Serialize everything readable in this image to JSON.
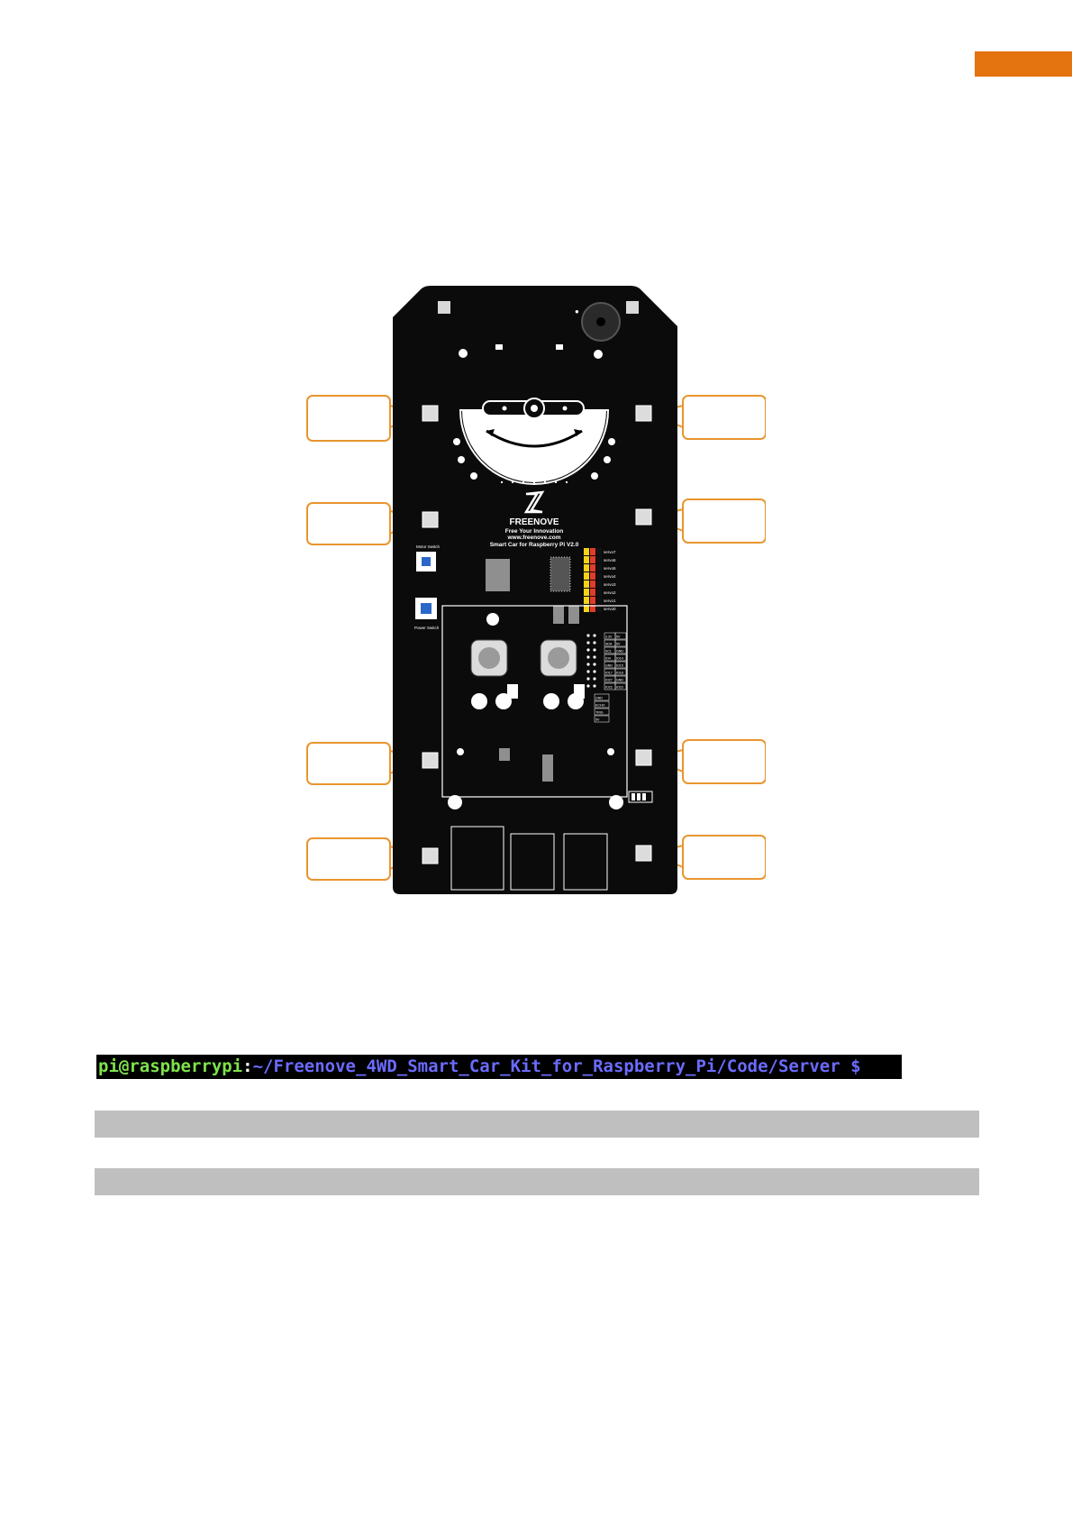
{
  "board": {
    "brand": "FREENOVE",
    "slogan": "Free Your Innovation",
    "website": "www.freenove.com",
    "model": "Smart Car for Raspberry Pi V2.0",
    "motor_switch": "Motor Switch",
    "power_switch": "Power Switch",
    "servo_labels": [
      "servo7",
      "servo6",
      "servo5",
      "servo4",
      "servo3",
      "servo2",
      "servo1",
      "servo0"
    ],
    "header_pins": [
      "3.3V",
      "5V",
      "SDA",
      "5V",
      "SCL",
      "GND",
      "IO4",
      "IO14",
      "GND",
      "IO15",
      "IO17",
      "IO18",
      "IO27",
      "GND",
      "IO22",
      "IO23"
    ],
    "ultrasonic_pins": [
      "GND",
      "ECHO",
      "TRIG",
      "5V"
    ]
  },
  "terminal": {
    "user": "pi@raspberrypi",
    "separator": ":",
    "path": "~/Freenove_4WD_Smart_Car_Kit_for_Raspberry_Pi/Code/Server",
    "prompt": " $"
  },
  "colors": {
    "accent": "#e3740f",
    "callout": "#e8952e",
    "pcb": "#0b0b0b",
    "bar": "#bfbfbf"
  }
}
